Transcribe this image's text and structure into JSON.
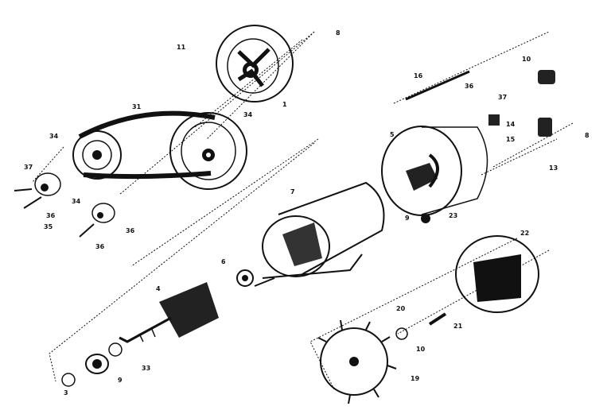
{
  "diagram": {
    "callouts": [
      {
        "id": "c-8-top",
        "text": "8"
      },
      {
        "id": "c-11",
        "text": "11"
      },
      {
        "id": "c-1",
        "text": "1"
      },
      {
        "id": "c-31",
        "text": "31"
      },
      {
        "id": "c-34-left",
        "text": "34"
      },
      {
        "id": "c-34-right",
        "text": "34"
      },
      {
        "id": "c-37-left",
        "text": "37"
      },
      {
        "id": "c-36-mid",
        "text": "36"
      },
      {
        "id": "c-35",
        "text": "35"
      },
      {
        "id": "c-34-hub",
        "text": "34"
      },
      {
        "id": "c-36-low",
        "text": "36"
      },
      {
        "id": "c-36-hub2",
        "text": "36"
      },
      {
        "id": "c-7",
        "text": "7"
      },
      {
        "id": "c-6",
        "text": "6"
      },
      {
        "id": "c-4",
        "text": "4"
      },
      {
        "id": "c-3",
        "text": "3"
      },
      {
        "id": "c-9-low",
        "text": "9"
      },
      {
        "id": "c-33",
        "text": "33"
      },
      {
        "id": "c-16",
        "text": "16"
      },
      {
        "id": "c-36-right",
        "text": "36"
      },
      {
        "id": "c-37-right",
        "text": "37"
      },
      {
        "id": "c-14",
        "text": "14"
      },
      {
        "id": "c-15",
        "text": "15"
      },
      {
        "id": "c-5-frame",
        "text": "5"
      },
      {
        "id": "c-9-mid",
        "text": "9"
      },
      {
        "id": "c-23",
        "text": "23"
      },
      {
        "id": "c-10-top",
        "text": "10"
      },
      {
        "id": "c-8-right",
        "text": "8"
      },
      {
        "id": "c-13",
        "text": "13"
      },
      {
        "id": "c-22",
        "text": "22"
      },
      {
        "id": "c-20",
        "text": "20"
      },
      {
        "id": "c-21",
        "text": "21"
      },
      {
        "id": "c-10-low",
        "text": "10"
      },
      {
        "id": "c-19",
        "text": "19"
      }
    ]
  }
}
